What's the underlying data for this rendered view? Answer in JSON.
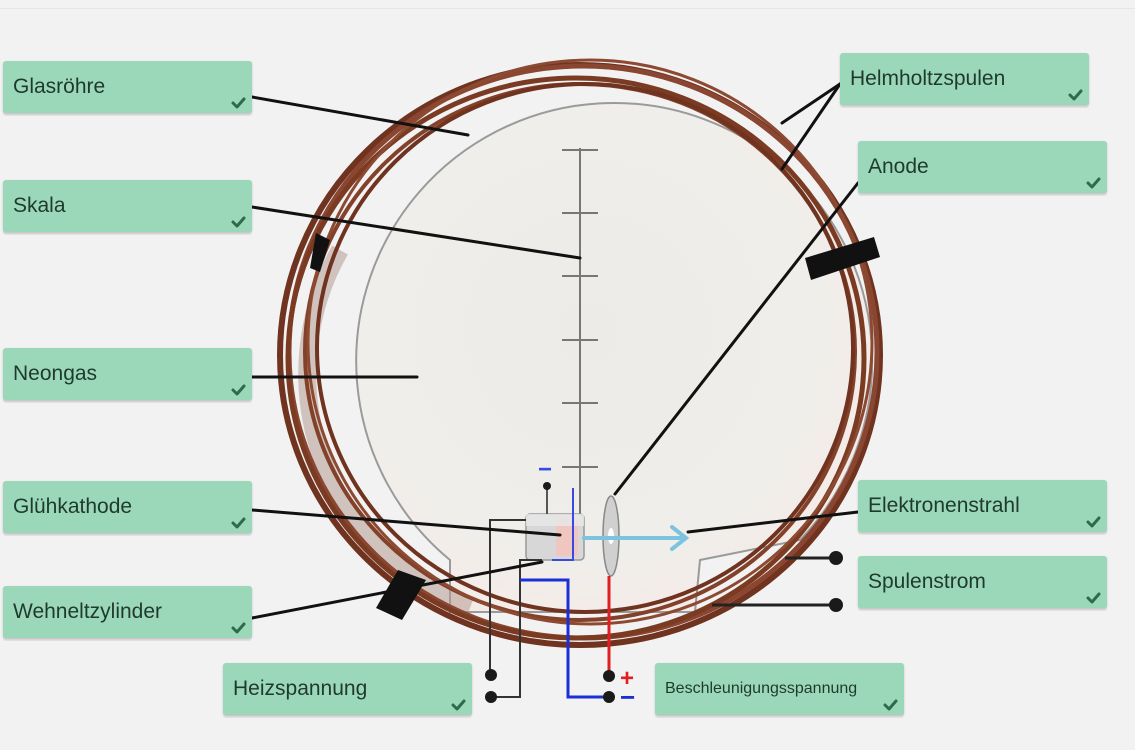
{
  "labels": {
    "glasroehre": "Glasröhre",
    "skala": "Skala",
    "neongas": "Neongas",
    "gluehkathode": "Glühkathode",
    "wehneltzylinder": "Wehneltzylinder",
    "heizspannung": "Heizspannung",
    "helmholtzspulen": "Helmholtzspulen",
    "anode": "Anode",
    "elektronenstrahl": "Elektronenstrahl",
    "spulenstrom": "Spulenstrom",
    "beschleunigungsspannung": "Beschleunigungsspannung"
  },
  "terminals": {
    "plus": "+",
    "minus": "−"
  },
  "colors": {
    "label_bg": "#9bd8b9",
    "check": "#2f6a4d",
    "coil": "#7a3b22",
    "beam": "#7cc3e0",
    "positive_wire": "#e02020",
    "negative_wire": "#1a2fd6"
  },
  "icons": {
    "correct": "checkmark-icon"
  }
}
